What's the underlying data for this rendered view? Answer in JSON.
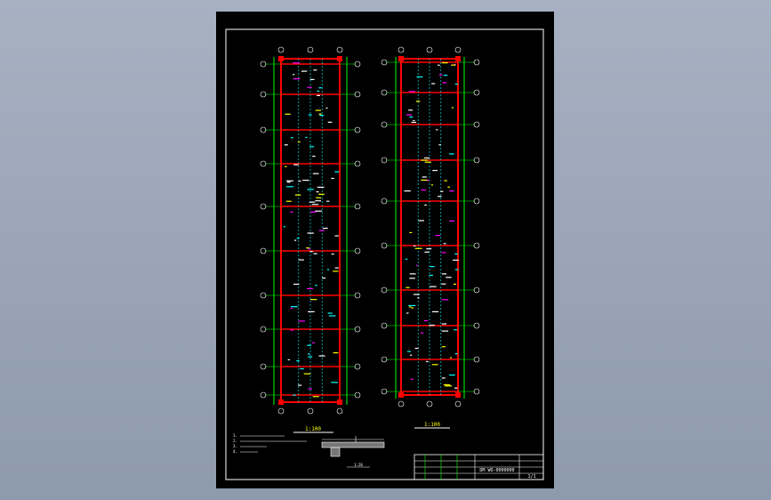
{
  "drawing": {
    "plan_left_title": "1:100",
    "plan_right_title": "1:100",
    "section_label": "1:20",
    "notes": [
      "1.",
      "2.",
      "3.",
      "4."
    ],
    "title_block": {
      "drawing_name": "DM WO-0000000",
      "sheet_no": "1/1"
    }
  },
  "colors": {
    "background": "#9aa5b8",
    "sheet": "#000000",
    "frame": "#ffffff",
    "axis_grid": "#00ff00",
    "beams": "#ff0000",
    "hidden": "#00ffff",
    "text": "#ffffff",
    "labels": "#ffff00",
    "magenta": "#ff00ff"
  }
}
